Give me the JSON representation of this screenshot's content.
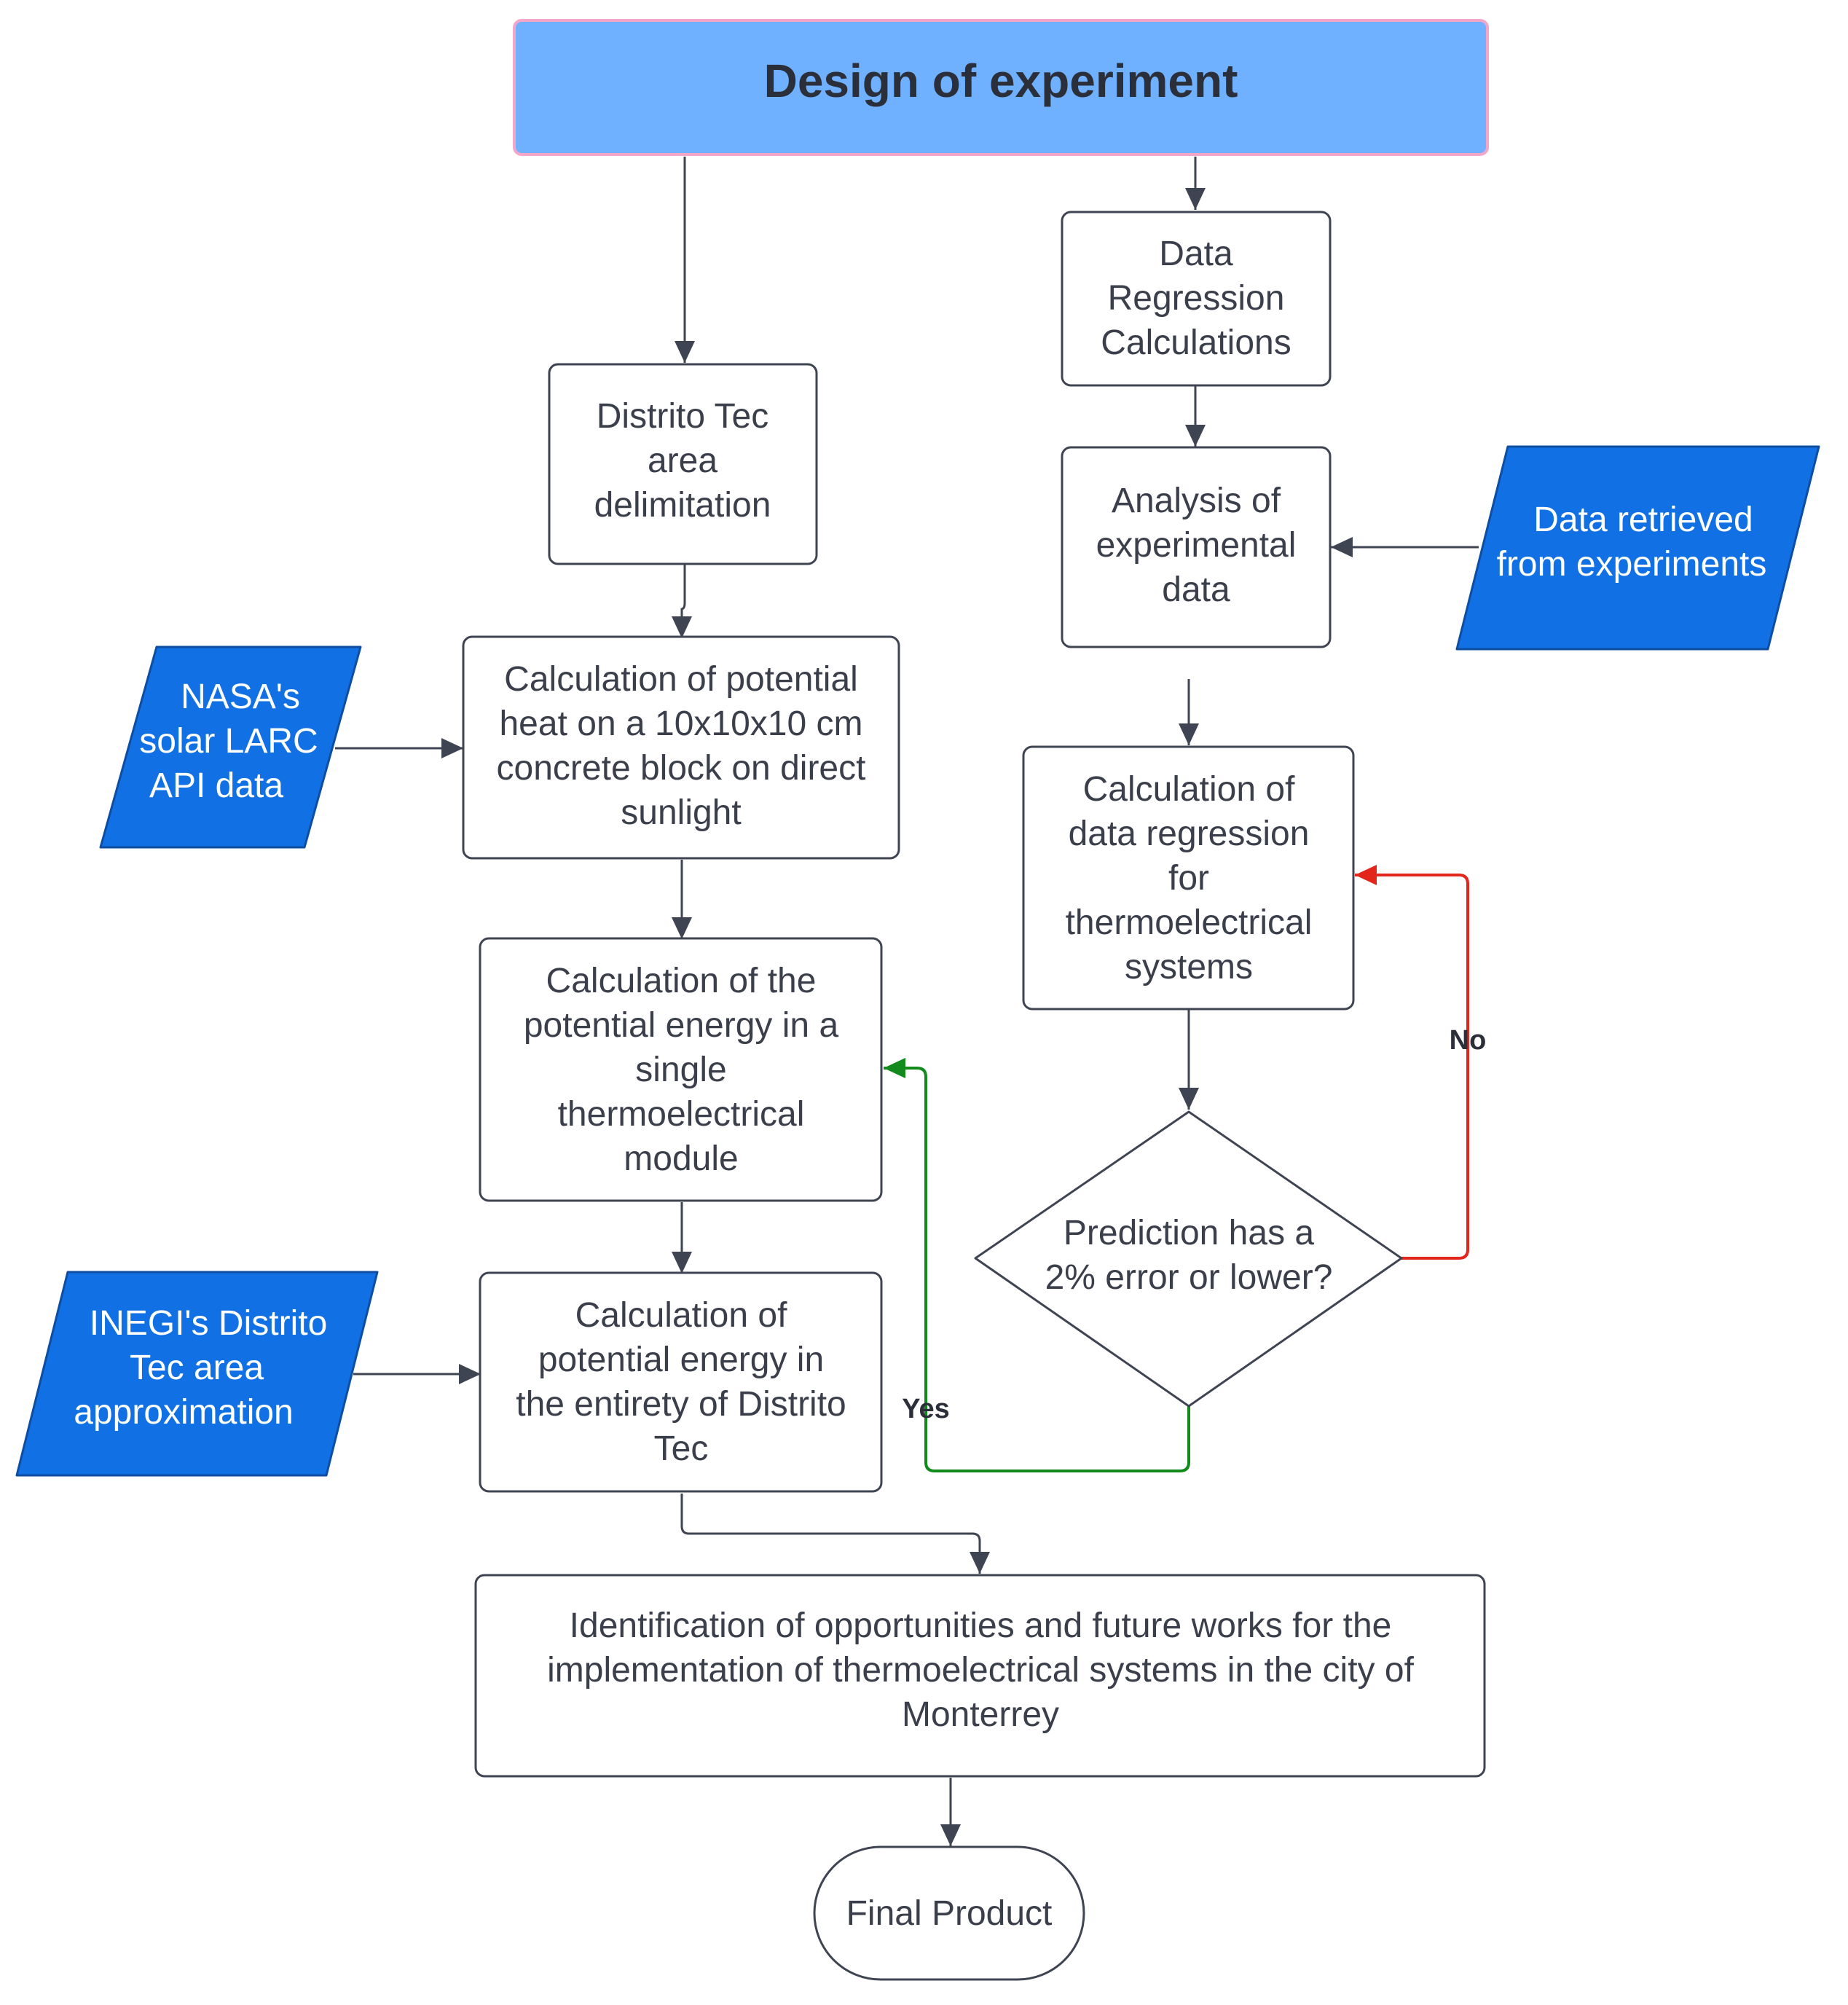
{
  "colors": {
    "title_fill": "#6fb0ff",
    "data_fill": "#1170e4",
    "no_edge": "#e3261c",
    "yes_edge": "#138a1c",
    "line": "#3f4452"
  },
  "nodes": {
    "title": "Design of experiment",
    "distrito": [
      "Distrito Tec",
      "area",
      "delimitation"
    ],
    "heat": [
      "Calculation of potential",
      "heat on a 10x10x10 cm",
      "concrete block on direct",
      "sunlight"
    ],
    "single": [
      "Calculation of the",
      "potential energy in a",
      "single",
      "thermoelectrical",
      "module"
    ],
    "entire": [
      "Calculation of",
      "potential energy in",
      "the entirety of Distrito",
      "Tec"
    ],
    "ident": [
      "Identification of opportunities and future works for the",
      "implementation of thermoelectrical systems in the city of",
      "Monterrey"
    ],
    "final": "Final Product",
    "regress": [
      "Data",
      "Regression",
      "Calculations"
    ],
    "analysis": [
      "Analysis of",
      "experimental",
      "data"
    ],
    "calcreg": [
      "Calculation of",
      "data regression",
      "for",
      "thermoelectrical",
      "systems"
    ],
    "decision": [
      "Prediction has a",
      "2% error or lower?"
    ],
    "nasa": [
      "NASA's",
      "solar LARC",
      "API data"
    ],
    "inegi": [
      "INEGI's Distrito",
      "Tec area",
      "approximation"
    ],
    "retrieved": [
      "Data retrieved",
      "from experiments"
    ]
  },
  "edge_labels": {
    "no": "No",
    "yes": "Yes"
  }
}
